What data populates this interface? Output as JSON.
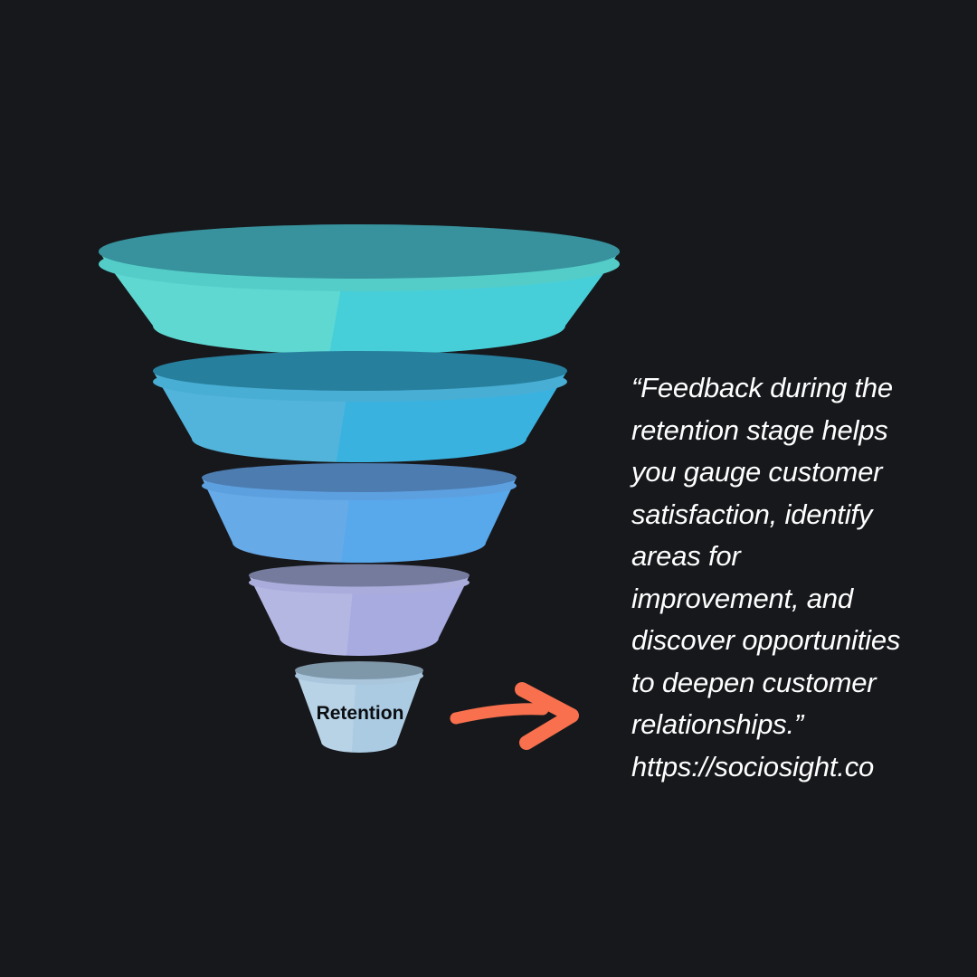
{
  "background": "#17181c",
  "funnel": {
    "label": "Retention",
    "label_color": "#0b0d11",
    "tiers": [
      {
        "name": "tier-1",
        "top": "#37929d",
        "body_left": "#60d8d2",
        "body_right": "#47cfd9",
        "rim": "#54cdc8"
      },
      {
        "name": "tier-2",
        "top": "#277f9e",
        "body_left": "#52b4db",
        "body_right": "#3ab2e0",
        "rim": "#49aed4"
      },
      {
        "name": "tier-3",
        "top": "#4d7cb0",
        "body_left": "#67aae8",
        "body_right": "#58a8ec",
        "rim": "#5da0e0"
      },
      {
        "name": "tier-4",
        "top": "#757b9d",
        "body_left": "#b5b7e3",
        "body_right": "#a8abdf",
        "rim": "#aaacdb"
      },
      {
        "name": "tier-5",
        "top": "#7e97a9",
        "body_left": "#b8d2e6",
        "body_right": "#abcbe2",
        "rim": "#a9c6dd"
      }
    ]
  },
  "arrow": {
    "color": "#f8704d"
  },
  "quote": {
    "color": "#ffffff",
    "text": "“Feedback during the\nretention stage helps\nyou gauge customer\nsatisfaction, identify\nareas for\nimprovement, and\ndiscover opportunities\nto deepen customer\nrelationships.”\nhttps://sociosight.co"
  }
}
